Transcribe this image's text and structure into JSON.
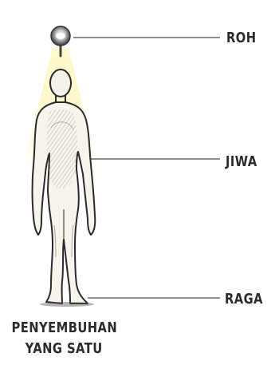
{
  "labels": {
    "roh": "ROH",
    "jiwa": "JIWA",
    "raga": "RAGA"
  },
  "caption": {
    "line1": "PENYEMBUHAN",
    "line2": "YANG SATU"
  },
  "colors": {
    "glow": "#fff3b8",
    "line": "#555555",
    "ink": "#2b2b2b",
    "shading": "#b8b0a0"
  },
  "icons": {
    "spirit": "spirit-orb-icon",
    "body": "human-figure"
  }
}
